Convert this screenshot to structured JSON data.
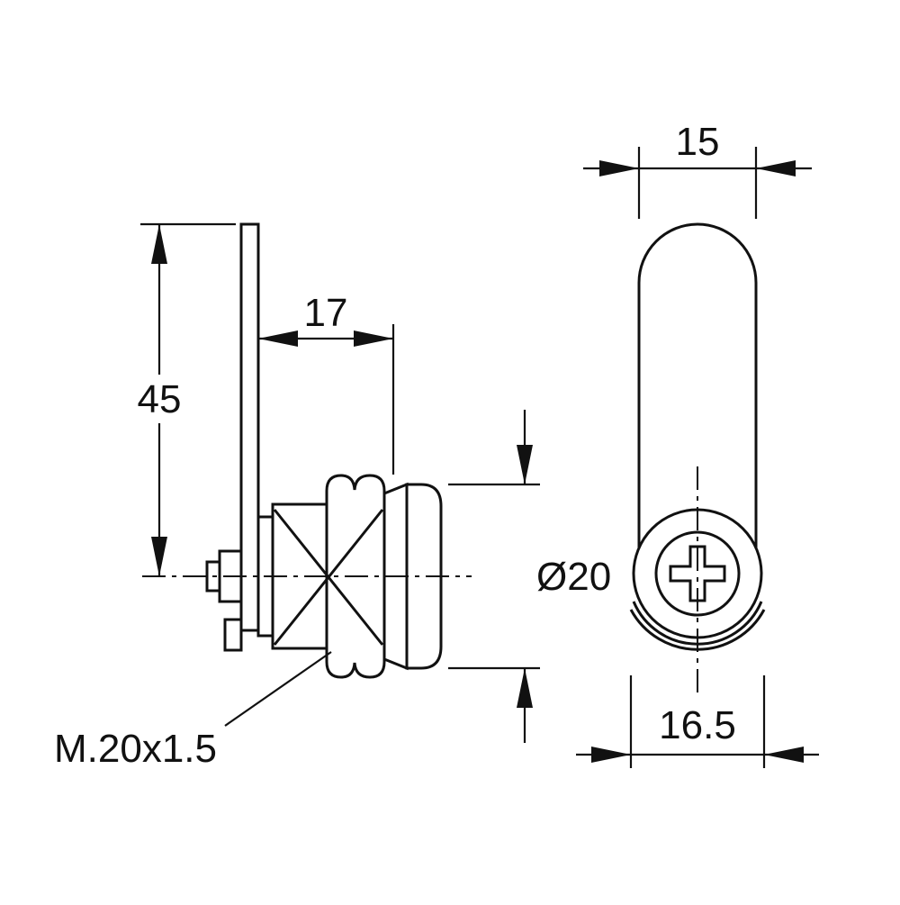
{
  "drawing": {
    "kind": "technical-drawing",
    "subject": "cam-lock",
    "background": "#ffffff",
    "line_color": "#111111",
    "views": {
      "side": {
        "dims": {
          "arm_length": "45",
          "body_length": "17",
          "face_diameter": "Ø20",
          "thread_spec": "M.20x1.5"
        }
      },
      "front": {
        "dims": {
          "cam_width": "15",
          "body_width": "16.5"
        }
      }
    }
  }
}
